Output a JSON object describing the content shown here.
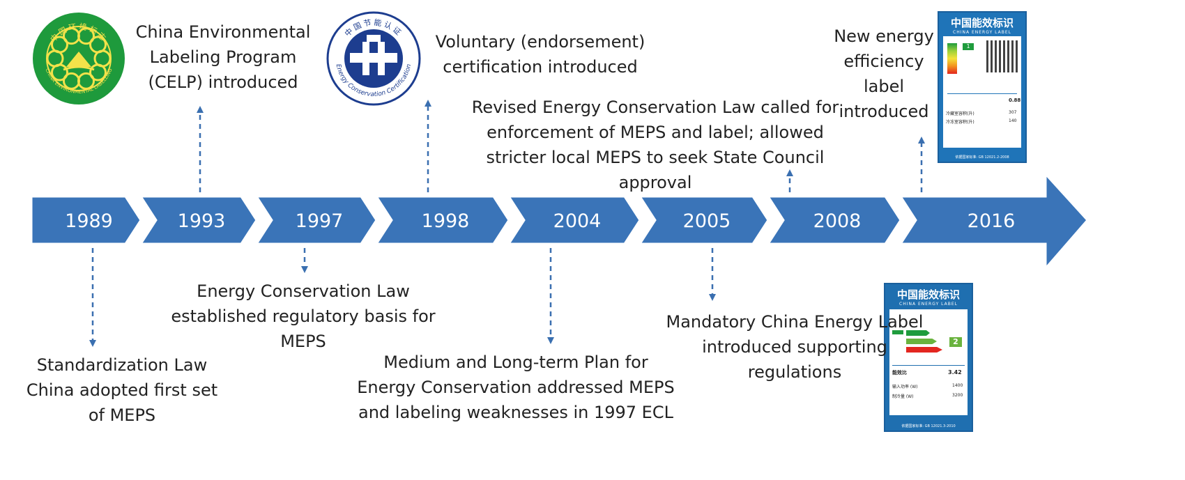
{
  "timeline": {
    "arrow_color": "#3a74b8",
    "connector_color": "#3a6fb0",
    "years": [
      "1989",
      "1993",
      "1997",
      "1998",
      "2004",
      "2005",
      "2008",
      "2016"
    ]
  },
  "events_above": {
    "1993": [
      "China Environmental",
      "Labeling Program",
      "(CELP) introduced"
    ],
    "1998": [
      "Voluntary (endorsement)",
      "certification introduced"
    ],
    "2008": [
      "Revised Energy Conservation Law called for",
      "enforcement of MEPS and label; allowed",
      "stricter local MEPS to seek State Council",
      "approval"
    ],
    "2016": [
      "New energy",
      "efficiency",
      "label",
      "introduced"
    ]
  },
  "events_below": {
    "1989": [
      "Standardization Law",
      "China adopted first set",
      "of MEPS"
    ],
    "1997": [
      "Energy Conservation Law",
      "established regulatory basis for",
      "MEPS"
    ],
    "2004": [
      "Medium and Long-term Plan for",
      "Energy Conservation addressed MEPS",
      "and labeling weaknesses in 1997 ECL"
    ],
    "2005": [
      "Mandatory China Energy Label",
      "introduced supporting",
      "regulations"
    ]
  },
  "logos": {
    "celp": {
      "color": "#1e9a3c",
      "text_top": "中国环境标志",
      "text_bottom": "CHINA ENVIRONMENTAL LABELLING"
    },
    "ecc": {
      "color": "#1d3d8f",
      "text_top": "中国节能认证",
      "text_bottom": "Energy Conservation Certification"
    }
  },
  "energy_labels": {
    "label_2016": {
      "title_cn": "中国能效标识",
      "title_en": "CHINA  ENERGY  LABEL",
      "grade": "1",
      "value": "0.88",
      "rows": [
        {
          "name": "冷藏室容积(升)",
          "value": "307"
        },
        {
          "name": "冷冻室容积(升)",
          "value": "140"
        }
      ],
      "footer": "依据国家标准: GB 12021.2-2008"
    },
    "label_2005": {
      "title_cn": "中国能效标识",
      "title_en": "CHINA  ENERGY  LABEL",
      "grade": "2",
      "value_name": "能效比",
      "value": "3.42",
      "rows": [
        {
          "name": "输入功率 (W)",
          "value": "1400"
        },
        {
          "name": "制冷量 (W)",
          "value": "3200"
        }
      ],
      "footer": "依据国家标准: GB 12021.3-2010"
    }
  }
}
